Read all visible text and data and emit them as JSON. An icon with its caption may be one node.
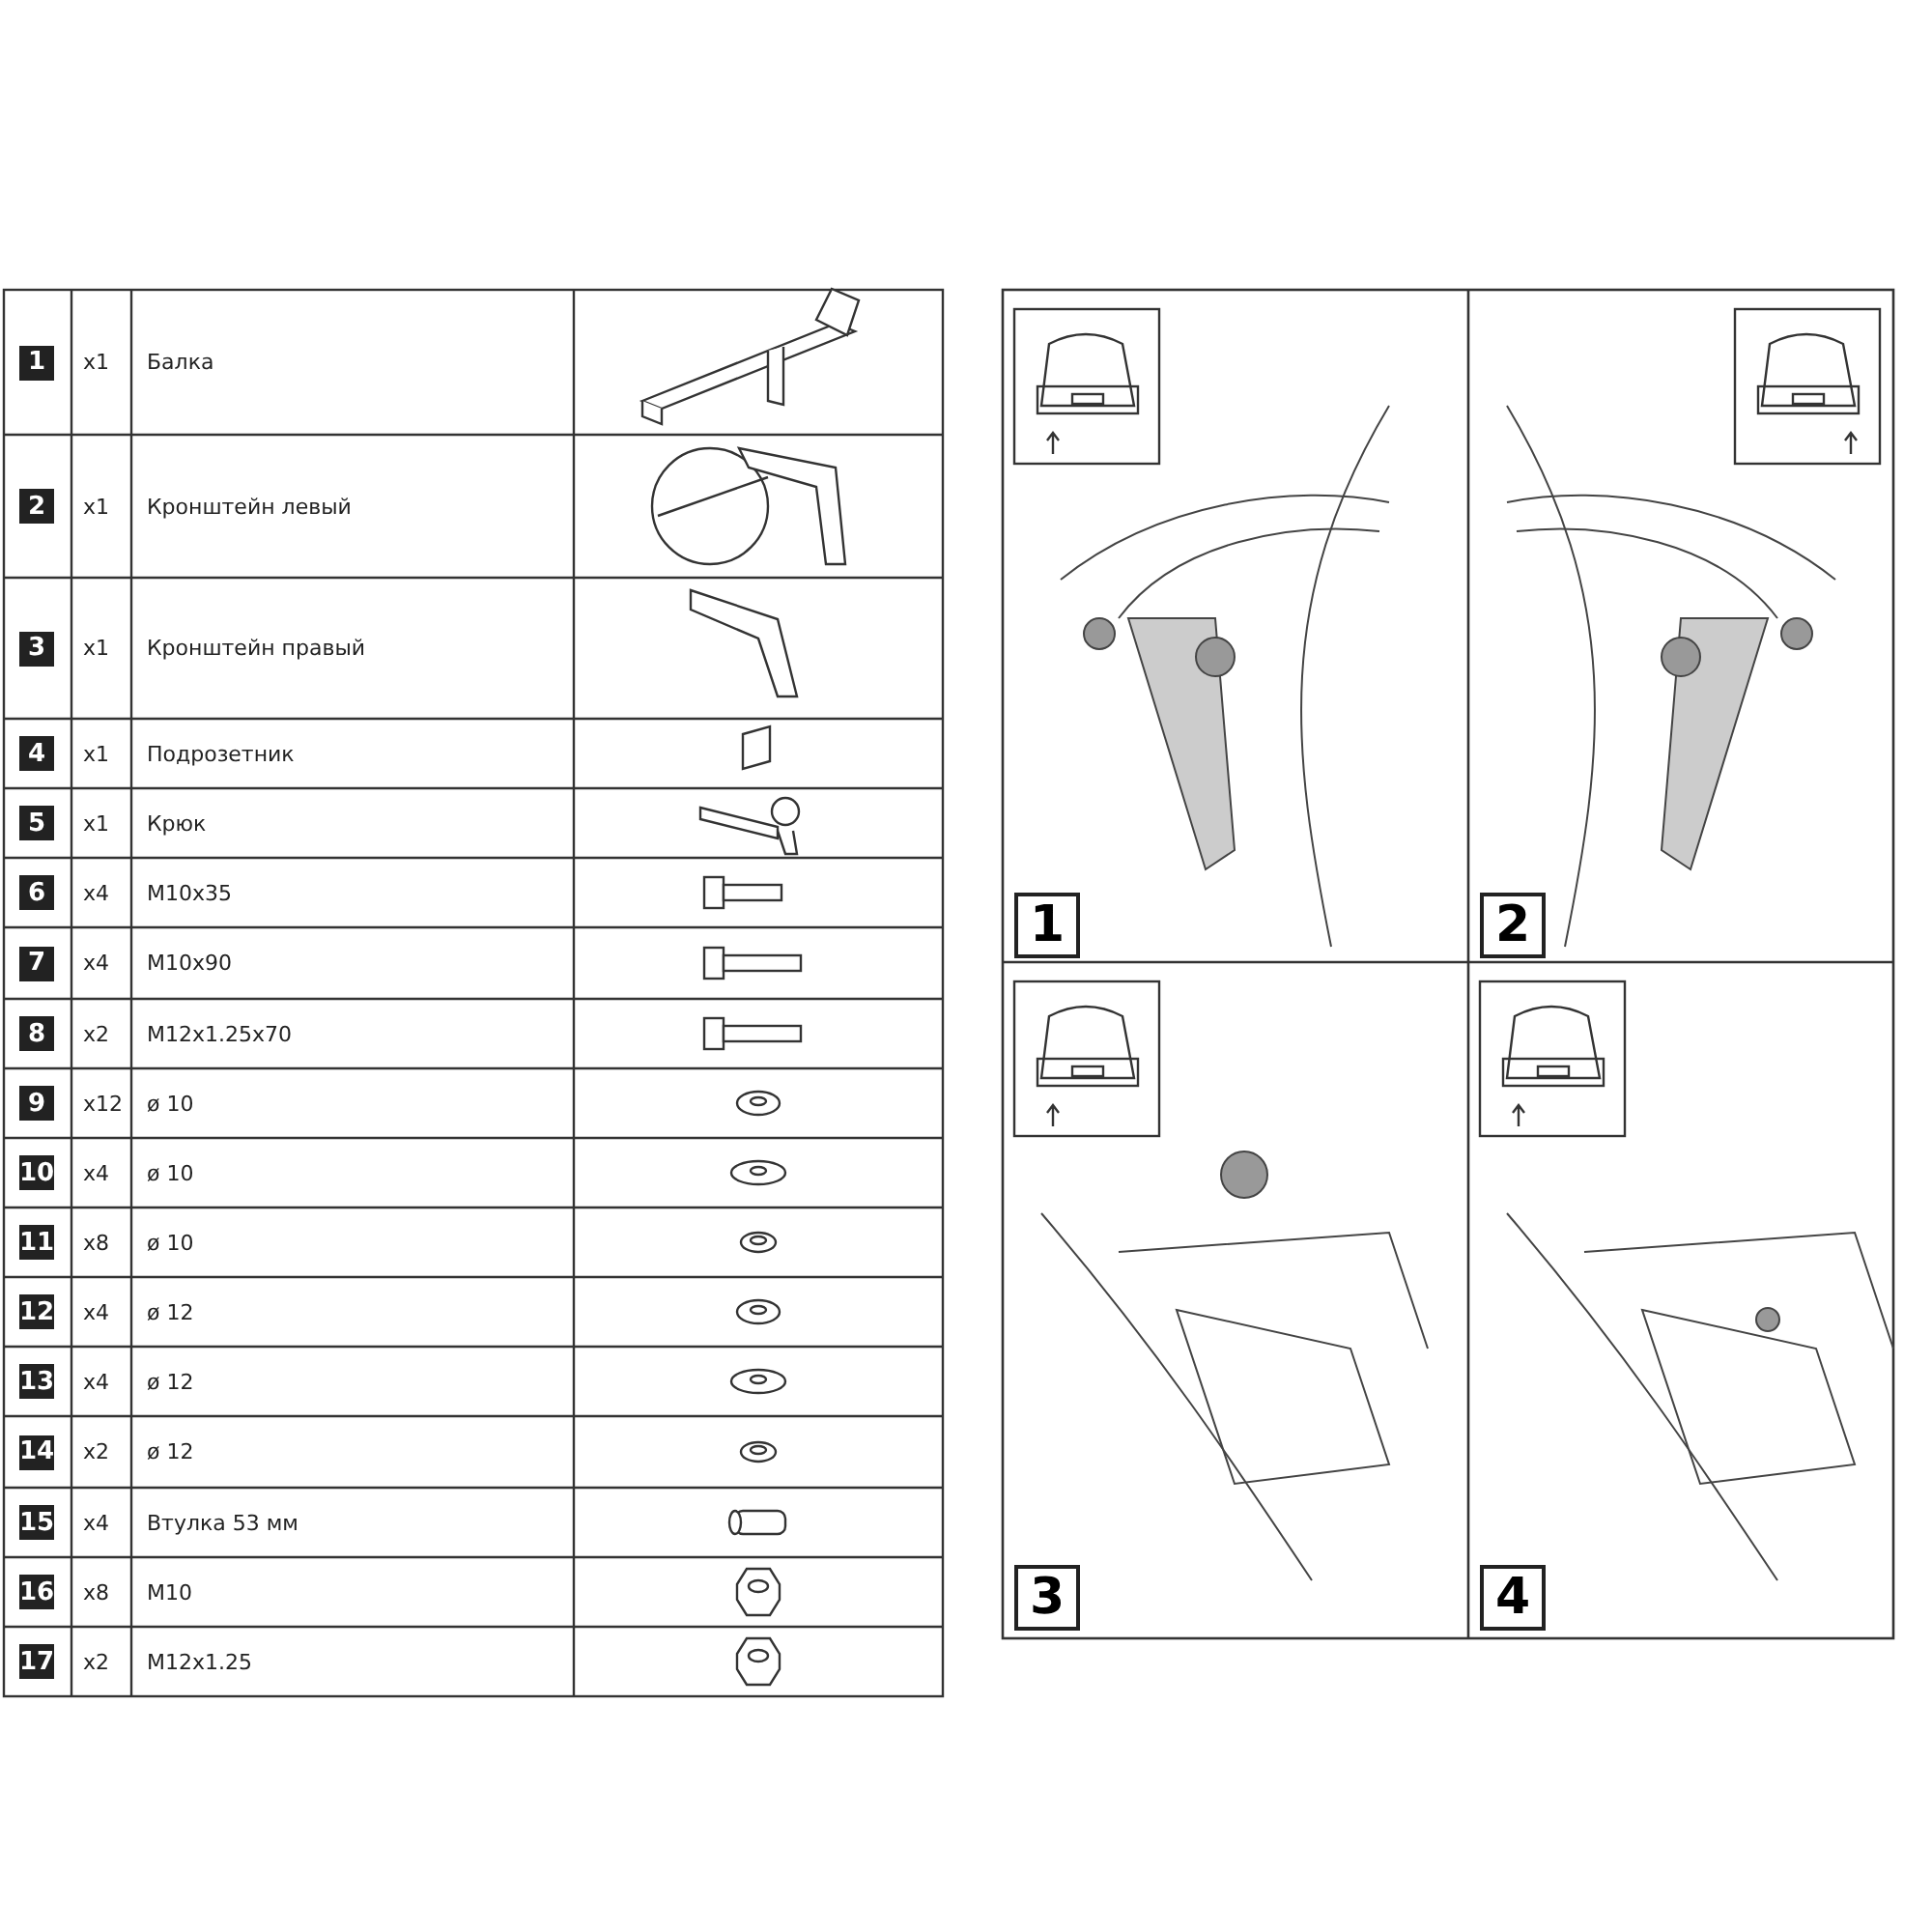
{
  "diagram": {
    "labels": [
      "1",
      "x1",
      "Балка",
      "2",
      "x1",
      "Кронштейн левый",
      "3",
      "x1",
      "Кронштейн правый",
      "4",
      "x1",
      "Подрозетник",
      "5",
      "x1",
      "Крюк",
      "6",
      "x4",
      "M10x35",
      "7",
      "x4",
      "M10x90",
      "8",
      "x2",
      "M12x1.25x70",
      "9",
      "x12",
      "ø 10",
      "10",
      "x4",
      "ø 10",
      "11",
      "x8",
      "ø 10",
      "12",
      "x4",
      "ø 12",
      "13",
      "x4",
      "ø 12",
      "14",
      "x2",
      "ø 12",
      "15",
      "x4",
      "Втулка 53 мм",
      "16",
      "x8",
      "M10",
      "17",
      "x2",
      "M12x1.25",
      "1",
      "2",
      "3",
      "4"
    ]
  }
}
